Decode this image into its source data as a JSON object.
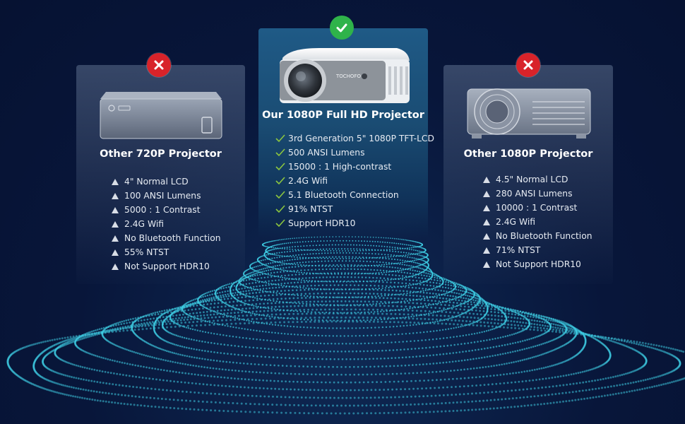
{
  "cards": {
    "left": {
      "title": "Other 720P Projector",
      "status": "x-mark-icon",
      "specs": [
        "4\" Normal LCD",
        "100 ANSI Lumens",
        "5000 : 1 Contrast",
        "2.4G Wifi",
        "No Bluetooth Function",
        "55% NTST",
        "Not Support HDR10"
      ]
    },
    "center": {
      "title": "Our  1080P Full HD Projector",
      "status": "check-mark-icon",
      "brand": "TOCHOFO",
      "specs": [
        "3rd Generation 5\" 1080P TFT-LCD",
        "500 ANSI Lumens",
        "15000 : 1 High-contrast",
        "2.4G Wifi",
        "5.1 Bluetooth Connection",
        "91% NTST",
        "Support  HDR10"
      ]
    },
    "right": {
      "title": "Other 1080P Projector",
      "status": "x-mark-icon",
      "specs": [
        "4.5\" Normal LCD",
        "280 ANSI Lumens",
        "10000 : 1 Contrast",
        "2.4G Wifi",
        "No Bluetooth Function",
        "71% NTST",
        "Not Support HDR10"
      ]
    }
  },
  "colors": {
    "background": "#08163a",
    "accent_cyan": "#3fd0e6",
    "bad_badge": "#d8232a",
    "good_badge": "#2fb34a",
    "check": "#8cc63f"
  }
}
